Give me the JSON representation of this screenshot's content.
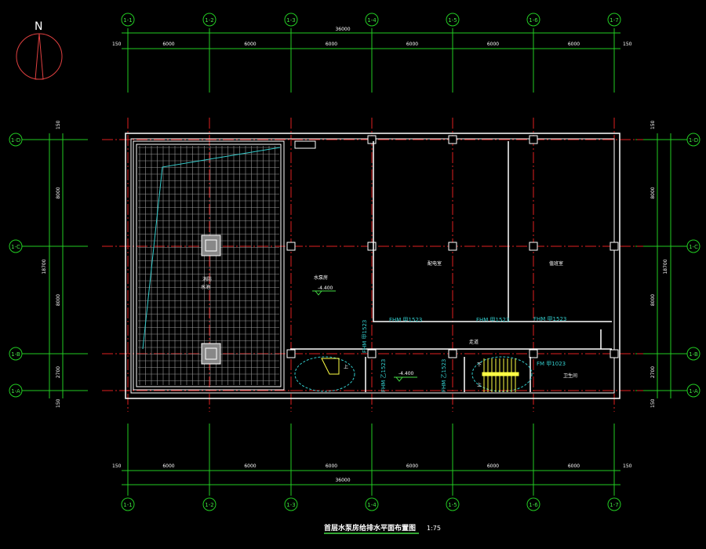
{
  "north_label": "N",
  "columns": [
    "1-1",
    "1-2",
    "1-3",
    "1-4",
    "1-5",
    "1-6",
    "1-7"
  ],
  "rows": [
    "1-D",
    "1-C",
    "1-B",
    "1-A"
  ],
  "dims_horizontal": {
    "total": "36000",
    "segments": [
      "6000",
      "6000",
      "6000",
      "6000",
      "6000",
      "6000"
    ],
    "left_end": "150",
    "right_end": "150"
  },
  "dims_vertical": {
    "total": "18700",
    "segments": [
      "8000",
      "8000",
      "2700"
    ],
    "end": "150"
  },
  "rooms": {
    "pool_line1": "消防",
    "pool_line2": "水池",
    "pump_room": "水泵房",
    "room_a": "配电室",
    "room_b": "值班室",
    "corridor": "走道",
    "toilet": "卫生间"
  },
  "elevations": [
    "-4.400",
    "-4.400"
  ],
  "doors": [
    "FHM 甲1523",
    "FHM 甲1523",
    "FHM 甲1523",
    "FHM 甲1523",
    "FHM 乙1523",
    "FHM 乙1523",
    "FM 甲1023"
  ],
  "stairs": {
    "up": "上",
    "down": "下"
  },
  "title": "首层水泵房给排水平面布置图",
  "scale": "1:75",
  "colors": {
    "axis": "#22cc22",
    "grid": "#e02020",
    "wall": "#ffffff",
    "pipe": "#33cccc",
    "stair": "#ffff44"
  }
}
